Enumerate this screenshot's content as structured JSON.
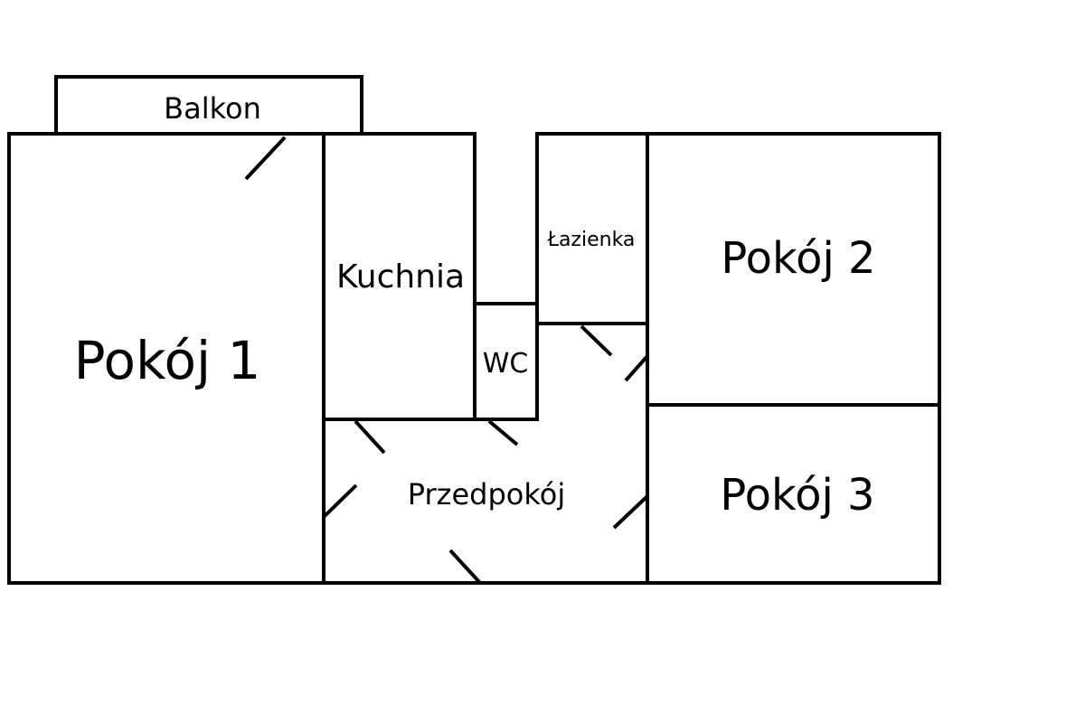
{
  "floor_plan": {
    "rooms": {
      "balkon": "Balkon",
      "pokoj1": "Pokój 1",
      "kuchnia": "Kuchnia",
      "wc": "WC",
      "lazienka": "Łazienka",
      "pokoj2": "Pokój 2",
      "przedpokoj": "Przedpokój",
      "pokoj3": "Pokój 3"
    },
    "colors": {
      "line": "#000000",
      "background": "#ffffff"
    }
  }
}
